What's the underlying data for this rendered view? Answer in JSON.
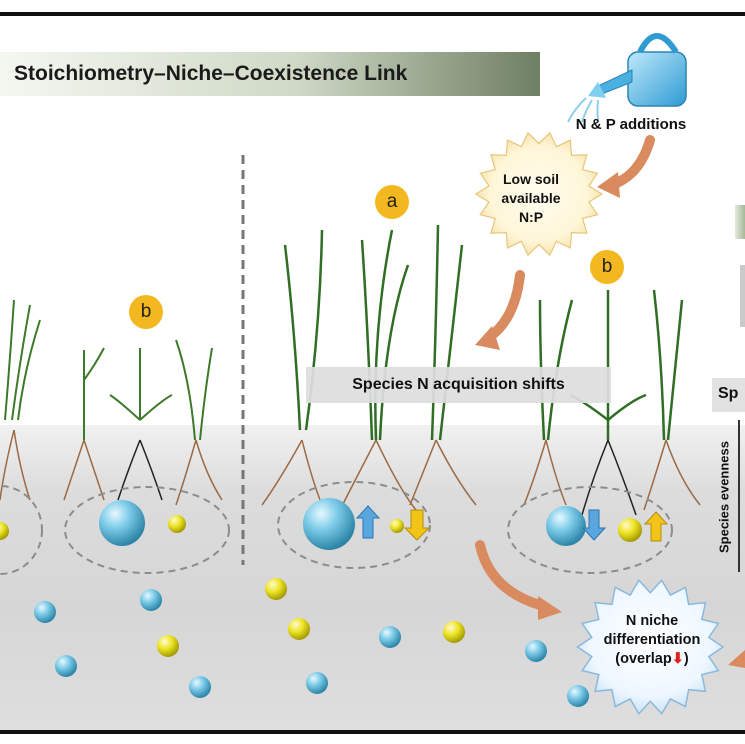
{
  "title": "Stoichiometry–Niche–Coexistence Link",
  "np_additions_label": "N & P additions",
  "soil_np_label": [
    "Low soil",
    "available",
    "N:P"
  ],
  "badges": {
    "left_b": "b",
    "center_a": "a",
    "right_b": "b"
  },
  "shift_label": "Species N acquisition shifts",
  "niche_label": {
    "line1": "N niche",
    "line2": "differentiation",
    "line3": "(overlap",
    "arrow": "⬇"
  },
  "side_panel": {
    "sp_fragment": "Sp",
    "y_axis_label": "Species evenness"
  },
  "icons": [
    "watering-can-icon",
    "sun-burst-icon",
    "up-arrow-icon",
    "down-arrow-icon"
  ],
  "colors": {
    "badge": "#f3b81f",
    "arrow": "#d98a5f",
    "blue_ball": "#5fb8da",
    "yellow_ball": "#e6dc1c",
    "up_arrow": "#5aa7e0",
    "down_arrow_yellow": "#f2c418",
    "red_arrow": "#e0201b"
  }
}
